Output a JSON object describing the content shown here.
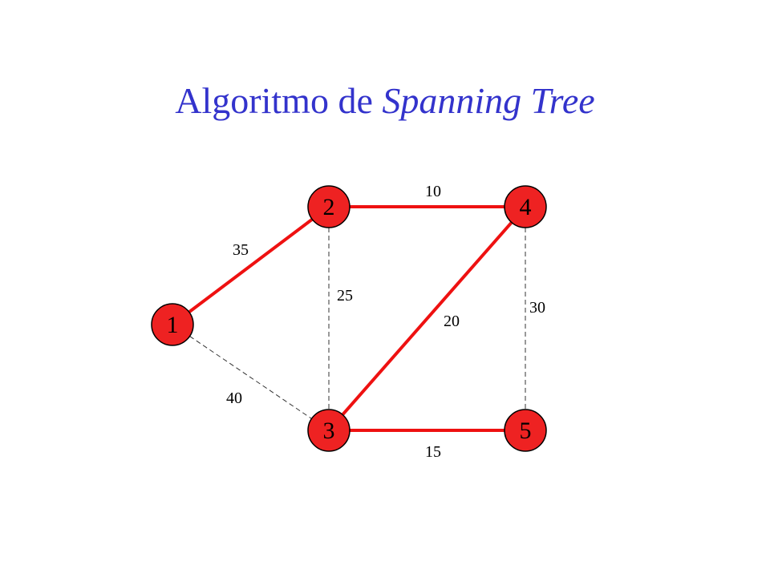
{
  "title": {
    "main": "Algoritmo de",
    "italic": "Spanning Tree"
  },
  "colors": {
    "title": "#3333cc",
    "node_fill": "#ee2222",
    "tree_edge": "#ee1111",
    "other_edge": "#333333"
  },
  "nodes": [
    {
      "id": "1",
      "label": "1"
    },
    {
      "id": "2",
      "label": "2"
    },
    {
      "id": "3",
      "label": "3"
    },
    {
      "id": "4",
      "label": "4"
    },
    {
      "id": "5",
      "label": "5"
    }
  ],
  "edges": [
    {
      "from": "1",
      "to": "2",
      "weight": "35",
      "in_tree": true
    },
    {
      "from": "2",
      "to": "4",
      "weight": "10",
      "in_tree": true
    },
    {
      "from": "3",
      "to": "4",
      "weight": "20",
      "in_tree": true
    },
    {
      "from": "3",
      "to": "5",
      "weight": "15",
      "in_tree": true
    },
    {
      "from": "2",
      "to": "3",
      "weight": "25",
      "in_tree": false
    },
    {
      "from": "4",
      "to": "5",
      "weight": "30",
      "in_tree": false
    },
    {
      "from": "1",
      "to": "3",
      "weight": "40",
      "in_tree": false
    }
  ]
}
